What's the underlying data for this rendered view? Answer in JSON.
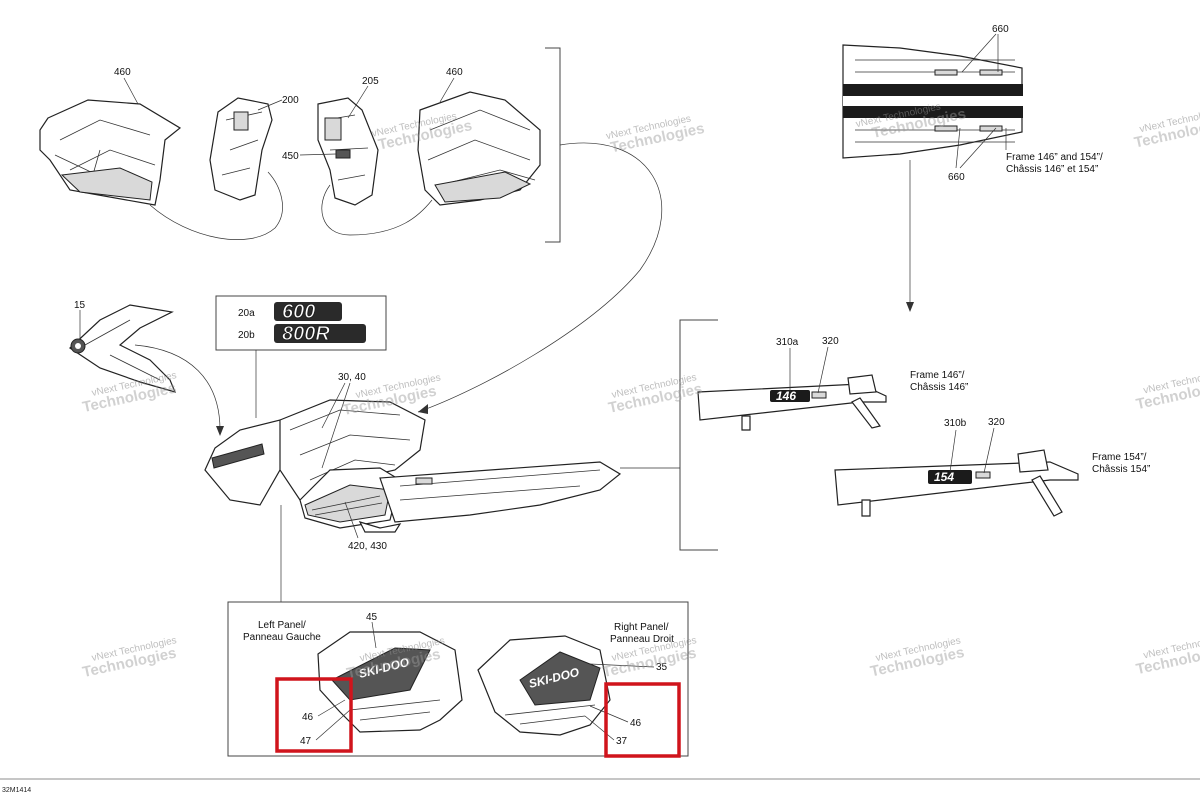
{
  "diagram_code": "32M1414",
  "callouts": {
    "c460_left": "460",
    "c200": "200",
    "c205": "205",
    "c460_right": "460",
    "c450": "450",
    "c660_top": "660",
    "c660_bottom": "660",
    "c15": "15",
    "c20a": "20a",
    "c20b": "20b",
    "c30_40": "30, 40",
    "c420_430": "420, 430",
    "c310a": "310a",
    "c320_a": "320",
    "c310b": "310b",
    "c320_b": "320",
    "c45": "45",
    "c35": "35",
    "c46_left": "46",
    "c47": "47",
    "c46_right": "46",
    "c37": "37"
  },
  "decal_logos": {
    "logo_600": "600",
    "logo_800r": "800R"
  },
  "captions": {
    "frame_both_line1": "Frame 146” and 154”/",
    "frame_both_line2": "Châssis 146” et 154”",
    "frame146_line1": "Frame 146”/",
    "frame146_line2": "Châssis 146”",
    "frame154_line1": "Frame 154”/",
    "frame154_line2": "Châssis 154”",
    "left_panel_line1": "Left Panel/",
    "left_panel_line2": "Panneau Gauche",
    "right_panel_line1": "Right Panel/",
    "right_panel_line2": "Panneau Droit"
  },
  "watermark": {
    "line1": "vNext Technologies",
    "line2": "Technologies"
  },
  "colors": {
    "highlight": "#d0141c",
    "ink": "#222222"
  }
}
